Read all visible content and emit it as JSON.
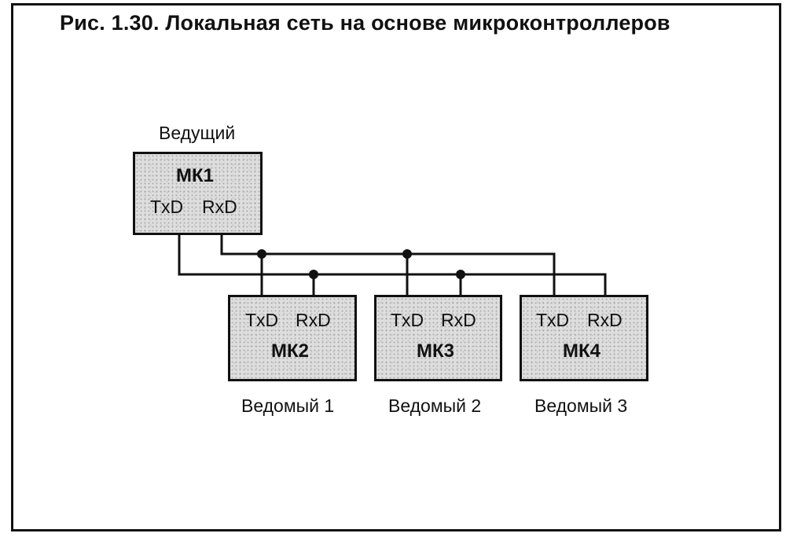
{
  "title": "Рис. 1.30. Локальная сеть на основе микроконтроллеров",
  "master": {
    "role": "Ведущий",
    "name": "МК1",
    "txd": "TxD",
    "rxd": "RxD"
  },
  "slaves": [
    {
      "name": "МК2",
      "txd": "TxD",
      "rxd": "RxD",
      "role": "Ведомый 1"
    },
    {
      "name": "МК3",
      "txd": "TxD",
      "rxd": "RxD",
      "role": "Ведомый 2"
    },
    {
      "name": "МК4",
      "txd": "TxD",
      "rxd": "RxD",
      "role": "Ведомый 3"
    }
  ]
}
